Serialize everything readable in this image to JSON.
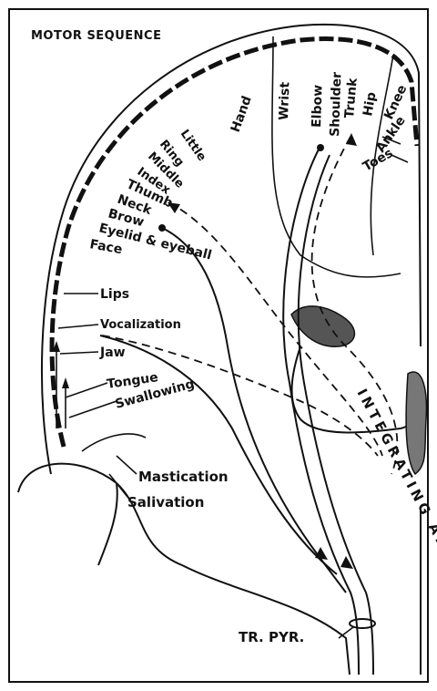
{
  "title": "MOTOR SEQUENCE",
  "body_parts": {
    "toes": "Toes",
    "ankle": "Ankle",
    "knee": "Knee",
    "hip": "Hip",
    "trunk": "Trunk",
    "shoulder": "Shoulder",
    "elbow": "Elbow",
    "wrist": "Wrist",
    "hand": "Hand",
    "little": "Little",
    "ring": "Ring",
    "middle": "Middle",
    "index": "Index",
    "thumb": "Thumb",
    "neck": "Neck",
    "brow": "Brow",
    "eyelid": "Eyelid & eyeball",
    "face": "Face",
    "lips": "Lips",
    "vocalization": "Vocalization",
    "jaw": "Jaw",
    "tongue": "Tongue",
    "swallowing": "Swallowing",
    "mastication": "Mastication",
    "salivation": "Salivation"
  },
  "integrating_area": "INTEGRATING AREA",
  "tract": "TR. PYR."
}
